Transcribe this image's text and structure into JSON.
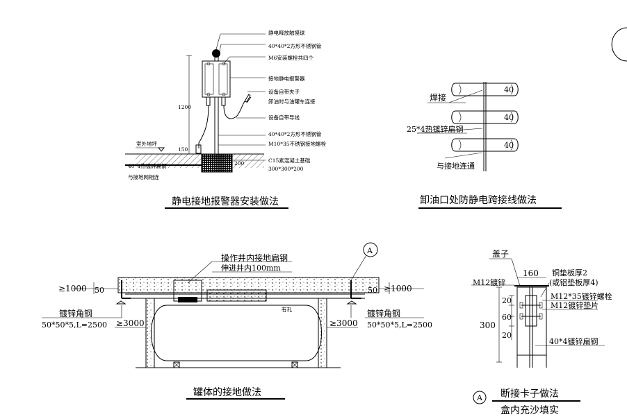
{
  "drawing_a": {
    "title": "静电接地报警器安装做法",
    "labels": {
      "ball": "静电释放触摸球",
      "pipe_top": "40*40*2方形不锈钢管",
      "bolts": "M6安装螺栓共四个",
      "alarm": "接地静电报警器",
      "clip": "设备自带夹子",
      "clip_note": "卸油时与油罐车连接",
      "wire": "设备自带导线",
      "pipe_bottom": "40*40*2方形不锈钢管",
      "ground_bolt": "M10*35不锈钢接地螺栓",
      "foundation": "C15素混凝土基础",
      "foundation_size": "300*300*200",
      "outdoor_ground": "室外地坪",
      "flat_steel": "40*4热镀锌扁钢",
      "connect_grid": "与接地网相连"
    },
    "dims": {
      "height": "1200",
      "d150": "150",
      "d200": "200"
    }
  },
  "drawing_b": {
    "title": "卸油口处防静电跨接线做法",
    "labels": {
      "weld": "焊接",
      "flat_steel": "25*4热镀锌扁钢",
      "to_ground": "与接地连通",
      "pipe": "40"
    }
  },
  "drawing_c": {
    "title": "罐体的接地做法",
    "labels": {
      "well_steel": "操作井内接地扁钢",
      "well_extend": "伸进井内100mm",
      "angle_left": "镀锌角钢",
      "angle_left_spec": "50*50*5,L=2500",
      "angle_right": "镀锌角钢",
      "angle_right_spec": "50*50*5,L=2500",
      "dist_left": "≥1000",
      "dist_right": "≥1000",
      "d50_left": "50",
      "d50_right": "50",
      "d3000_left": "≥3000",
      "d3000_right": "≥3000",
      "callout": "A",
      "small_note": "有孔"
    }
  },
  "drawing_d": {
    "title": "断接卡子做法",
    "subtitle": "盒内充沙填实",
    "callout": "A",
    "labels": {
      "cover": "盖子",
      "w160": "160",
      "copper_plate": "铜垫板厚2",
      "alu_plate": "(或铝垫板厚4)",
      "m12_steel": "M12镀锌",
      "bolt": "M12*35镀锌螺栓",
      "washer": "M12镀锌垫片",
      "flat_steel": "40*4镀锌扁钢",
      "d300": "300",
      "d20a": "20",
      "d60": "60",
      "d20b": "20"
    }
  }
}
